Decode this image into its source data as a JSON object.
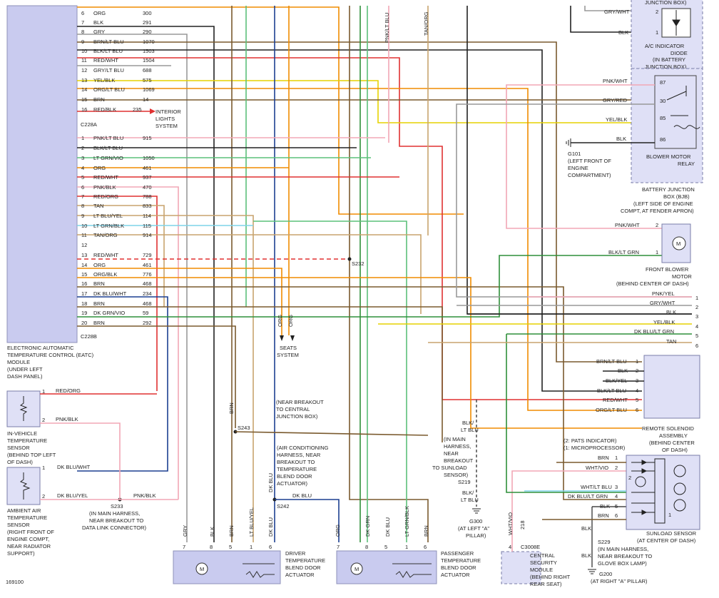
{
  "eatc_module": {
    "connector_a": "C228A",
    "connector_b": "C228B",
    "label": [
      "ELECTRONIC AUTOMATIC",
      "TEMPERATURE CONTROL (EATC)",
      "MODULE",
      "(UNDER LEFT",
      "DASH PANEL)"
    ]
  },
  "pins_a": [
    {
      "pin": "6",
      "color": "ORG",
      "circuit": "300"
    },
    {
      "pin": "7",
      "color": "BLK",
      "circuit": "291"
    },
    {
      "pin": "8",
      "color": "GRY",
      "circuit": "290"
    },
    {
      "pin": "9",
      "color": "BRN/LT BLU",
      "circuit": "1070"
    },
    {
      "pin": "10",
      "color": "BLK/LT BLU",
      "circuit": "1503"
    },
    {
      "pin": "11",
      "color": "RED/WHT",
      "circuit": "1504"
    },
    {
      "pin": "12",
      "color": "GRY/LT BLU",
      "circuit": "688"
    },
    {
      "pin": "13",
      "color": "YEL/BLK",
      "circuit": "575"
    },
    {
      "pin": "14",
      "color": "ORG/LT BLU",
      "circuit": "1069"
    },
    {
      "pin": "15",
      "color": "BRN",
      "circuit": "14"
    },
    {
      "pin": "16",
      "color": "RED/BLK",
      "circuit": "235"
    }
  ],
  "pins_b": [
    {
      "pin": "1",
      "color": "PNK/LT BLU",
      "circuit": "915"
    },
    {
      "pin": "2",
      "color": "BLK/LT BLU",
      "circuit": ""
    },
    {
      "pin": "3",
      "color": "LT GRN/VIO",
      "circuit": "1050"
    },
    {
      "pin": "4",
      "color": "ORG",
      "circuit": "461"
    },
    {
      "pin": "5",
      "color": "RED/WHT",
      "circuit": "937"
    },
    {
      "pin": "6",
      "color": "PNK/BLK",
      "circuit": "470"
    },
    {
      "pin": "7",
      "color": "RED/ORG",
      "circuit": "788"
    },
    {
      "pin": "8",
      "color": "TAN",
      "circuit": "833"
    },
    {
      "pin": "9",
      "color": "LT BLU/YEL",
      "circuit": "114"
    },
    {
      "pin": "10",
      "color": "LT GRN/BLK",
      "circuit": "115"
    },
    {
      "pin": "11",
      "color": "TAN/ORG",
      "circuit": "914"
    },
    {
      "pin": "12",
      "color": "",
      "circuit": ""
    },
    {
      "pin": "13",
      "color": "RED/WHT",
      "circuit": "729"
    },
    {
      "pin": "14",
      "color": "ORG",
      "circuit": "461"
    },
    {
      "pin": "15",
      "color": "ORG/BLK",
      "circuit": "776"
    },
    {
      "pin": "16",
      "color": "BRN",
      "circuit": "468"
    },
    {
      "pin": "17",
      "color": "DK BLU/WHT",
      "circuit": "234"
    },
    {
      "pin": "18",
      "color": "BRN",
      "circuit": "468"
    },
    {
      "pin": "19",
      "color": "DK GRN/VIO",
      "circuit": "59"
    },
    {
      "pin": "20",
      "color": "BRN",
      "circuit": "292"
    }
  ],
  "interior_lights": [
    "INTERIOR",
    "LIGHTS",
    "SYSTEM"
  ],
  "top_vertical_labels": [
    "PNK/LT BLU",
    "TAN/ORG"
  ],
  "splices": {
    "s232": "S232",
    "s243": "S243",
    "s242": "S242",
    "s233": "S233",
    "s219": "S219",
    "s229": "S229"
  },
  "seats": {
    "wire1": "ORG",
    "wire2": "ORG",
    "label": [
      "SEATS",
      "SYSTEM"
    ]
  },
  "notes": {
    "near_breakout": [
      "(NEAR BREAKOUT",
      "TO CENTRAL",
      "JUNCTION BOX)"
    ],
    "ac_harness": [
      "(AIR CONDITIONING",
      "HARNESS, NEAR",
      "BREAKOUT TO",
      "TEMPERATURE",
      "BLEND DOOR",
      "ACTUATOR)"
    ],
    "s233_note": [
      "(IN MAIN HARNESS,",
      "NEAR BREAKOUT TO",
      "DATA LINK CONNECTOR)"
    ],
    "s219_note": [
      "(IN MAIN",
      "HARNESS,",
      "NEAR",
      "BREAKOUT",
      "TO SUNLOAD",
      "SENSOR)"
    ],
    "s229_note": [
      "(IN MAIN HARNESS,",
      "NEAR BREAKOUT TO",
      "GLOVE BOX LAMP)"
    ],
    "s242_wire": "DK BLU",
    "s219_wire_top": [
      "BLK/",
      "LT BLU"
    ],
    "s219_wire_bottom": [
      "BLK/",
      "LT BLU"
    ],
    "s243_wire": "BRN",
    "s242_wire_vert": "DK BLU",
    "s229_wire_top": "BLK",
    "s229_wire_bottom": "BLK"
  },
  "in_vehicle_sensor": {
    "label": [
      "IN-VEHICLE",
      "TEMPERATURE",
      "SENSOR",
      "(BEHIND TOP LEFT",
      "OF DASH)"
    ],
    "wire1": "RED/ORG",
    "wire2": "PNK/BLK",
    "pin1": "1",
    "pin2": "2"
  },
  "ambient_sensor": {
    "label": [
      "AMBIENT AIR",
      "TEMPERATURE",
      "SENSOR",
      "(RIGHT FRONT OF",
      "ENGINE COMPT,",
      "NEAR RADIATOR",
      "SUPPORT)"
    ],
    "wire1": "DK BLU/WHT",
    "wire2": "DK BLU/YEL",
    "wire3": "PNK/BLK",
    "pin1": "1",
    "pin2": "2"
  },
  "driver_actuator": {
    "label": [
      "DRIVER",
      "TEMPERATURE",
      "BLEND DOOR",
      "ACTUATOR"
    ],
    "wires": [
      "GRY",
      "BLK",
      "BRN",
      "LT BLU/YEL",
      "DK BLU"
    ],
    "pins": [
      "7",
      "8",
      "5",
      "1",
      "6"
    ]
  },
  "passenger_actuator": {
    "label": [
      "PASSENGER",
      "TEMPERATURE",
      "BLEND DOOR",
      "ACTUATOR"
    ],
    "wires": [
      "ORG",
      "DK GRN",
      "DK BLU",
      "LT GRN/BLK",
      "BRN"
    ],
    "pins": [
      "7",
      "8",
      "5",
      "1",
      "6"
    ]
  },
  "ac_diode": {
    "label": [
      "A/C INDICATOR",
      "DIODE",
      "(IN BATTERY",
      "JUNCTION BOX)"
    ],
    "top_label": "JUNCTION BOX)",
    "wire1": "GRY/WHT",
    "wire2": "BLK",
    "pin1": "2",
    "pin2": "1"
  },
  "blower_relay": {
    "label": [
      "BLOWER MOTOR",
      "RELAY"
    ],
    "wires": [
      "PNK/WHT",
      "GRY/RED",
      "YEL/BLK",
      "BLK"
    ],
    "pins": [
      "87",
      "30",
      "85",
      "86"
    ]
  },
  "ground_g101": {
    "label": [
      "G101",
      "(LEFT FRONT OF",
      "ENGINE",
      "COMPARTMENT)"
    ]
  },
  "bjb": {
    "label": [
      "BATTERY JUNCTION",
      "BOX (BJB)",
      "(LEFT SIDE OF ENGINE",
      "COMPT, AT FENDER APRON)"
    ]
  },
  "blower_motor": {
    "label": [
      "FRONT BLOWER",
      "MOTOR",
      "(BEHIND CENTER OF DASH)"
    ],
    "wire1": "PNK/WHT",
    "wire2": "BLK/LT GRN",
    "pin1": "2",
    "pin2": "1",
    "symbol": "M"
  },
  "right_connector": {
    "wires": [
      "PNK/YEL",
      "GRY/WHT",
      "BLK",
      "YEL/BLK",
      "DK BLU/LT GRN",
      "TAN"
    ],
    "pins": [
      "1",
      "2",
      "3",
      "4",
      "5",
      "6"
    ]
  },
  "remote_solenoid": {
    "label": [
      "REMOTE SOLENOID",
      "ASSEMBLY",
      "(BEHIND CENTER",
      "OF DASH)"
    ],
    "wires": [
      "BRN/LT BLU",
      "BLK",
      "BLK/YEL",
      "BLK/LT BLU",
      "RED/WHT",
      "ORG/LT BLU"
    ],
    "pins": [
      "1",
      "2",
      "3",
      "4",
      "5",
      "6"
    ]
  },
  "sunload_sensor": {
    "notes": [
      "(2: PATS INDICATOR)",
      "(1: MICROPROCESSOR)"
    ],
    "label": [
      "SUNLOAD SENSOR",
      "(AT CENTER OF DASH)"
    ],
    "wires": [
      "BRN",
      "WHT/VIO",
      "WHT/LT BLU",
      "DK BLU/LT GRN",
      "BLK",
      "BRN"
    ],
    "pins": [
      "1",
      "2",
      "3",
      "4",
      "5",
      "6"
    ],
    "inner": [
      "2",
      "1"
    ]
  },
  "security_module": {
    "connector": "C3008E",
    "pin": "4",
    "wire": "WHT/VIO",
    "circuit": "218",
    "label": [
      "CENTRAL",
      "SECURITY",
      "MODULE",
      "(BEHIND RIGHT",
      "REAR SEAT)"
    ]
  },
  "ground_g300": {
    "label": [
      "G300",
      "(AT LEFT \"A\"",
      "PILLAR)"
    ]
  },
  "ground_g200": {
    "label": [
      "G200",
      "(AT RIGHT \"A\" PILLAR)"
    ]
  },
  "diagram_id": "169100",
  "colors": {
    "module_fill": "#c9cbef",
    "red": "#e03131",
    "orange": "#f08c00",
    "black": "#222222",
    "gray": "#999999",
    "brown": "#7a5a2e",
    "tan": "#c8a46e",
    "yellow": "#e6d200",
    "blue": "#1c3f91",
    "light_blue": "#7fd3e8",
    "green": "#2f8f3a",
    "light_green": "#5cc07a",
    "pink": "#f2a7b5"
  }
}
